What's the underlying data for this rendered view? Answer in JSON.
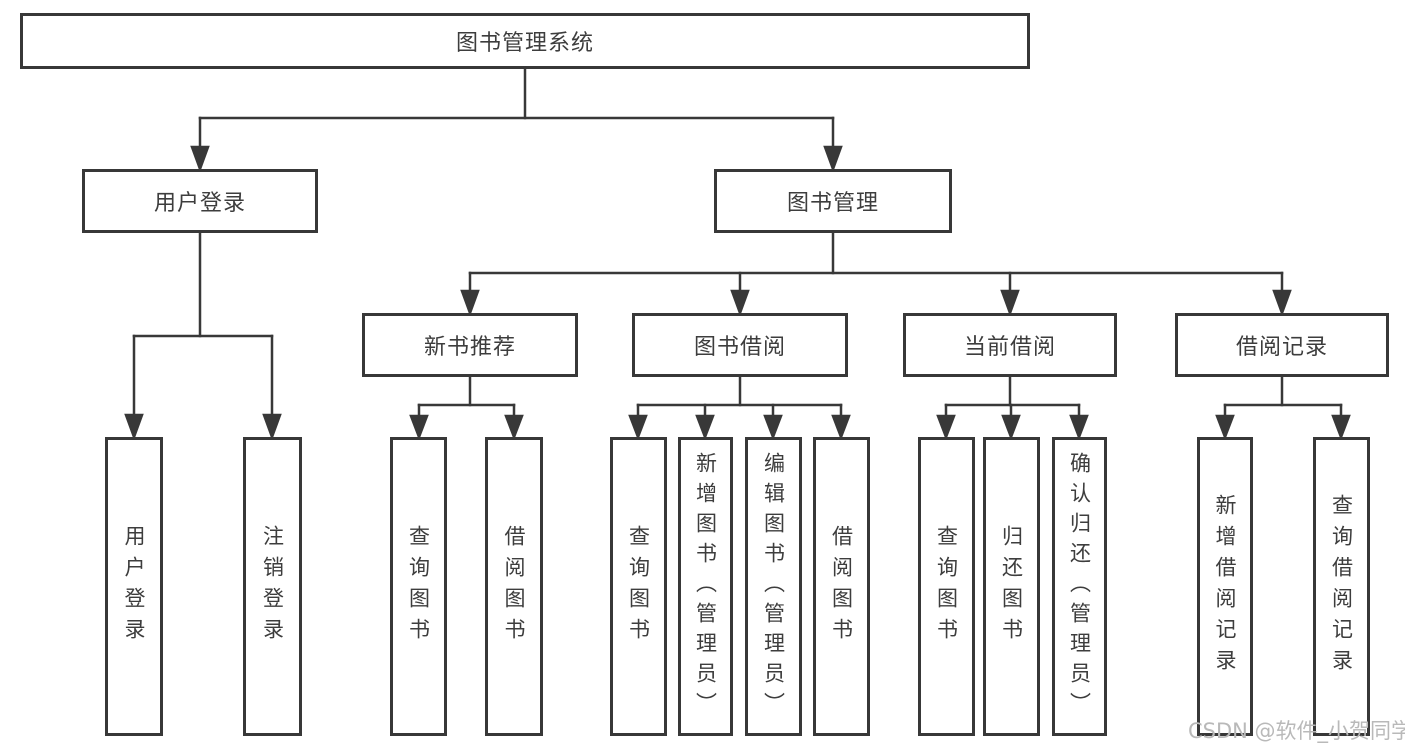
{
  "diagram": {
    "root": {
      "label": "图书管理系统"
    },
    "level1": [
      {
        "label": "用户登录"
      },
      {
        "label": "图书管理"
      }
    ],
    "level2": [
      {
        "label": "新书推荐"
      },
      {
        "label": "图书借阅"
      },
      {
        "label": "当前借阅"
      },
      {
        "label": "借阅记录"
      }
    ],
    "leaves": {
      "user_login": [
        "用户登录",
        "注销登录"
      ],
      "new_books": [
        "查询图书",
        "借阅图书"
      ],
      "book_borrow": [
        "查询图书",
        "新增图书（管理员）",
        "编辑图书（管理员）",
        "借阅图书"
      ],
      "current_borrow": [
        "查询图书",
        "归还图书",
        "确认归还（管理员）"
      ],
      "borrow_records": [
        "新增借阅记录",
        "查询借阅记录"
      ]
    }
  },
  "watermark": "CSDN @软件_小贺同学",
  "colors": {
    "line": "#383838",
    "text": "#3d3d3d",
    "watermark": "#b9b9b9",
    "background": "#ffffff"
  }
}
